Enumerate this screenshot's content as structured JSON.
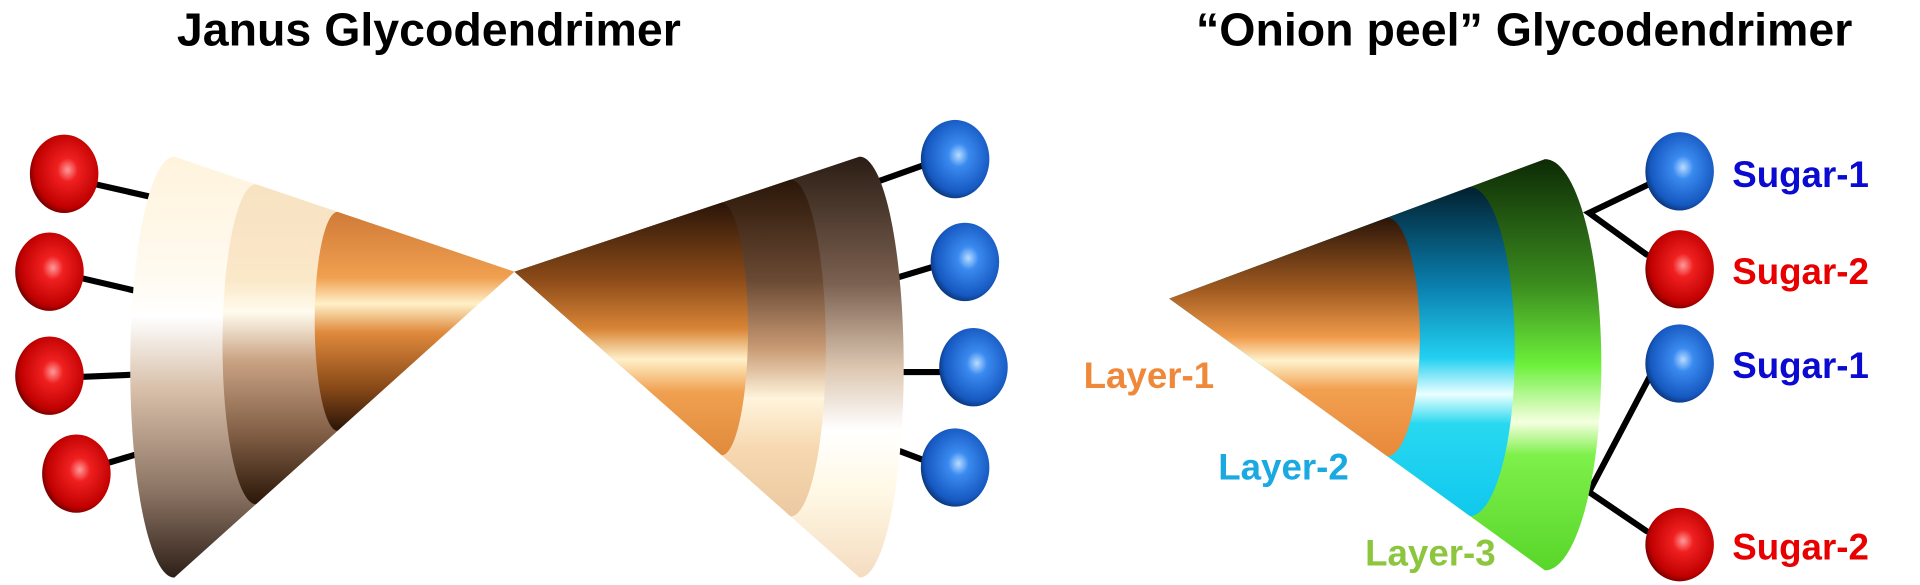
{
  "left_panel": {
    "title": "Janus Glycodendrimer",
    "left_sugar_count": 4,
    "right_sugar_count": 4
  },
  "right_panel": {
    "title": "“Onion peel” Glycodendrimer",
    "layers": [
      {
        "label": "Layer-1",
        "color": "#f0883a"
      },
      {
        "label": "Layer-2",
        "color": "#1aa9e0"
      },
      {
        "label": "Layer-3",
        "color": "#8cc63f"
      }
    ],
    "sugars": [
      {
        "label": "Sugar-1",
        "color": "#0a0ad0"
      },
      {
        "label": "Sugar-2",
        "color": "#e80000"
      },
      {
        "label": "Sugar-1",
        "color": "#0a0ad0"
      },
      {
        "label": "Sugar-2",
        "color": "#e80000"
      }
    ]
  }
}
